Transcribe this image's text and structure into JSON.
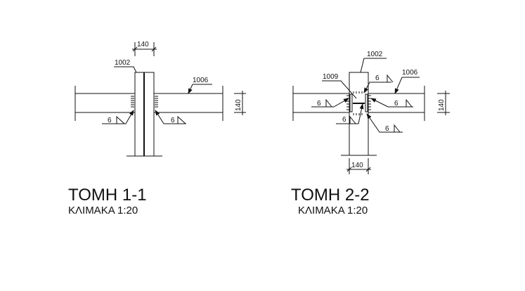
{
  "section_1": {
    "title": "ΤΟΜΗ 1-1",
    "scale": "ΚΛΙΜΑΚΑ 1:20",
    "column_width_dim": "140",
    "beam_depth_dim": "140",
    "column_tag": "1002",
    "beam_tag": "1006",
    "weld_left": "6",
    "weld_right": "6"
  },
  "section_2": {
    "title": "ΤΟΜΗ 2-2",
    "scale": "ΚΛΙΜΑΚΑ 1:20",
    "column_width_dim": "140",
    "beam_depth_dim": "140",
    "column_tag": "1002",
    "plate_tag": "1009",
    "beam_tag": "1006",
    "weld_top": "6",
    "weld_left": "6",
    "weld_right": "6",
    "weld_bottom_left": "6",
    "weld_bottom_right": "6"
  }
}
